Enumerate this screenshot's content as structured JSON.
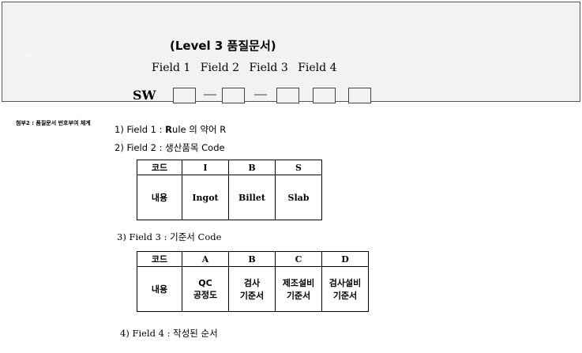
{
  "header": {
    "corner_label": "7. 첨부",
    "title": "(Level 3 품질문서)",
    "fields": [
      "Field 1",
      "Field 2",
      "Field 3",
      "Field 4"
    ],
    "sw_label": "SW"
  },
  "side_label": "첨부2 : 품질문서 번호부여 체계",
  "items": {
    "field1_prefix": "1) Field 1 : ",
    "field1_bold": "R",
    "field1_rest": "ule 의 약어 R",
    "field2": "2) Field 2 : 생산품목 Code",
    "field3": "3) Field 3 : 기준서 Code",
    "field4": "4) Field 4 : 작성된 순서"
  },
  "table1": {
    "header_label": "코드",
    "row_label": "내용",
    "codes": [
      "I",
      "B",
      "S"
    ],
    "contents": [
      "Ingot",
      "Billet",
      "Slab"
    ]
  },
  "table2": {
    "header_label": "코드",
    "row_label": "내용",
    "codes": [
      "A",
      "B",
      "C",
      "D"
    ],
    "contents_line1": [
      "QC",
      "검사",
      "제조설비",
      "검사설비"
    ],
    "contents_line2": [
      "공정도",
      "기준서",
      "기준서",
      "기준서"
    ]
  }
}
